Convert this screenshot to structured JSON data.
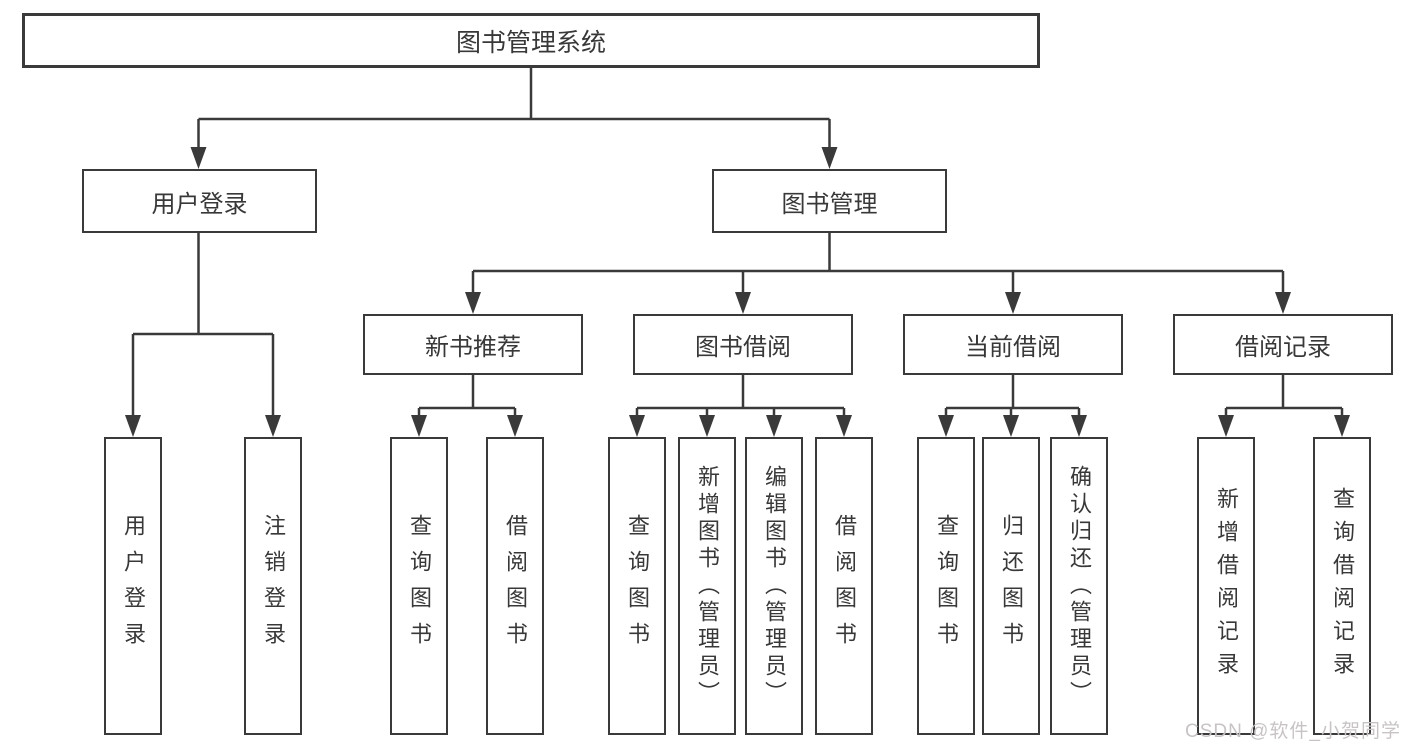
{
  "tree": {
    "label": "图书管理系统",
    "children": [
      {
        "label": "用户登录",
        "children": [
          {
            "label": "用户登录"
          },
          {
            "label": "注销登录"
          }
        ]
      },
      {
        "label": "图书管理",
        "children": [
          {
            "label": "新书推荐",
            "children": [
              {
                "label": "查询图书"
              },
              {
                "label": "借阅图书"
              }
            ]
          },
          {
            "label": "图书借阅",
            "children": [
              {
                "label": "查询图书"
              },
              {
                "label": "新增图书（管理员）"
              },
              {
                "label": "编辑图书（管理员）"
              },
              {
                "label": "借阅图书"
              }
            ]
          },
          {
            "label": "当前借阅",
            "children": [
              {
                "label": "查询图书"
              },
              {
                "label": "归还图书"
              },
              {
                "label": "确认归还（管理员）"
              }
            ]
          },
          {
            "label": "借阅记录",
            "children": [
              {
                "label": "新增借阅记录"
              },
              {
                "label": "查询借阅记录"
              }
            ]
          }
        ]
      }
    ]
  },
  "watermark": "CSDN @软件_小贺同学",
  "colors": {
    "line": "#3a3a3a",
    "text": "#383838",
    "background": "#ffffff",
    "watermark": "#c8c4c6"
  }
}
